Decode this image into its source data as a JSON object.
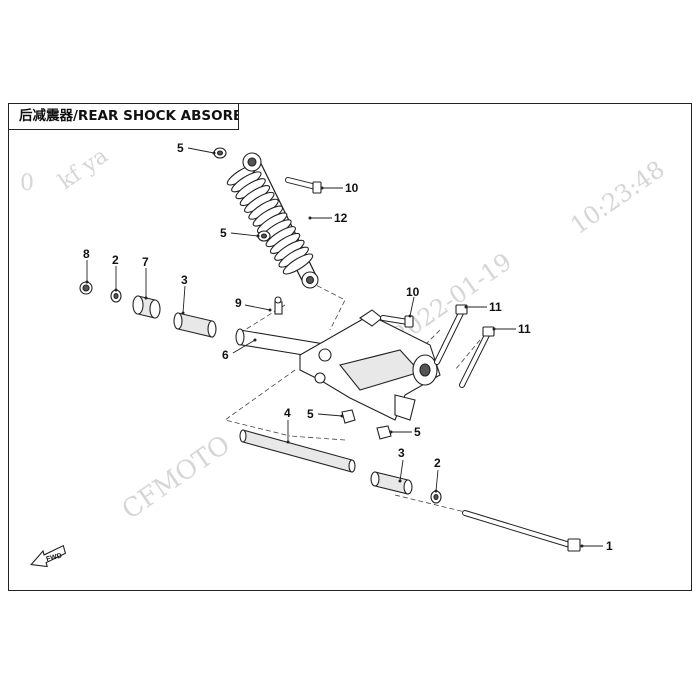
{
  "title": "后减震器/REAR SHOCK ABSORBER",
  "watermarks": [
    "CFMOTO",
    "2022-01-19",
    "10:23:48",
    "kf ya",
    "0"
  ],
  "fwd_label": "FWD",
  "callouts": [
    "1",
    "2",
    "2",
    "3",
    "3",
    "4",
    "5",
    "5",
    "5",
    "5",
    "6",
    "7",
    "8",
    "9",
    "10",
    "10",
    "11",
    "11",
    "12"
  ]
}
